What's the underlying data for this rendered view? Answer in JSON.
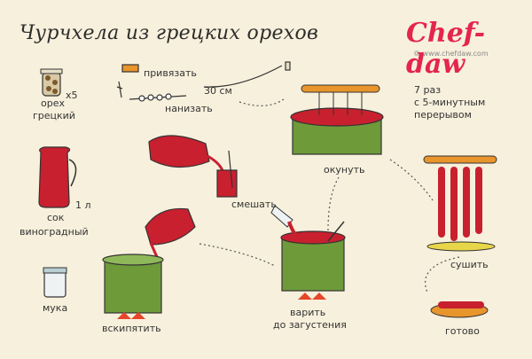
{
  "title": "Чурчхела из грецких орехов",
  "logo": {
    "text": "Chef-daw",
    "site": "© www.chefdaw.com"
  },
  "ingredients": {
    "walnut": {
      "line1": "орех",
      "line2": "грецкий",
      "qty": "x5"
    },
    "juice": {
      "line1": "сок",
      "line2": "виноградный",
      "qty": "1 л"
    },
    "flour": {
      "label": "мука"
    }
  },
  "steps": {
    "tie": "привязать",
    "string": "нанизать",
    "length": "30 см",
    "mix": "смешать",
    "boil": "вскипятить",
    "cook_line1": "варить",
    "cook_line2": "до загустения",
    "dip": "окунуть",
    "repeat_line1": "7 раз",
    "repeat_line2": "с 5-минутным",
    "repeat_line3": "перерывом",
    "dry": "сушить",
    "done": "готово"
  },
  "colors": {
    "red": "#c8202f",
    "green": "#6e9a3a",
    "orange": "#e8952c",
    "flame": "#e6462a"
  }
}
